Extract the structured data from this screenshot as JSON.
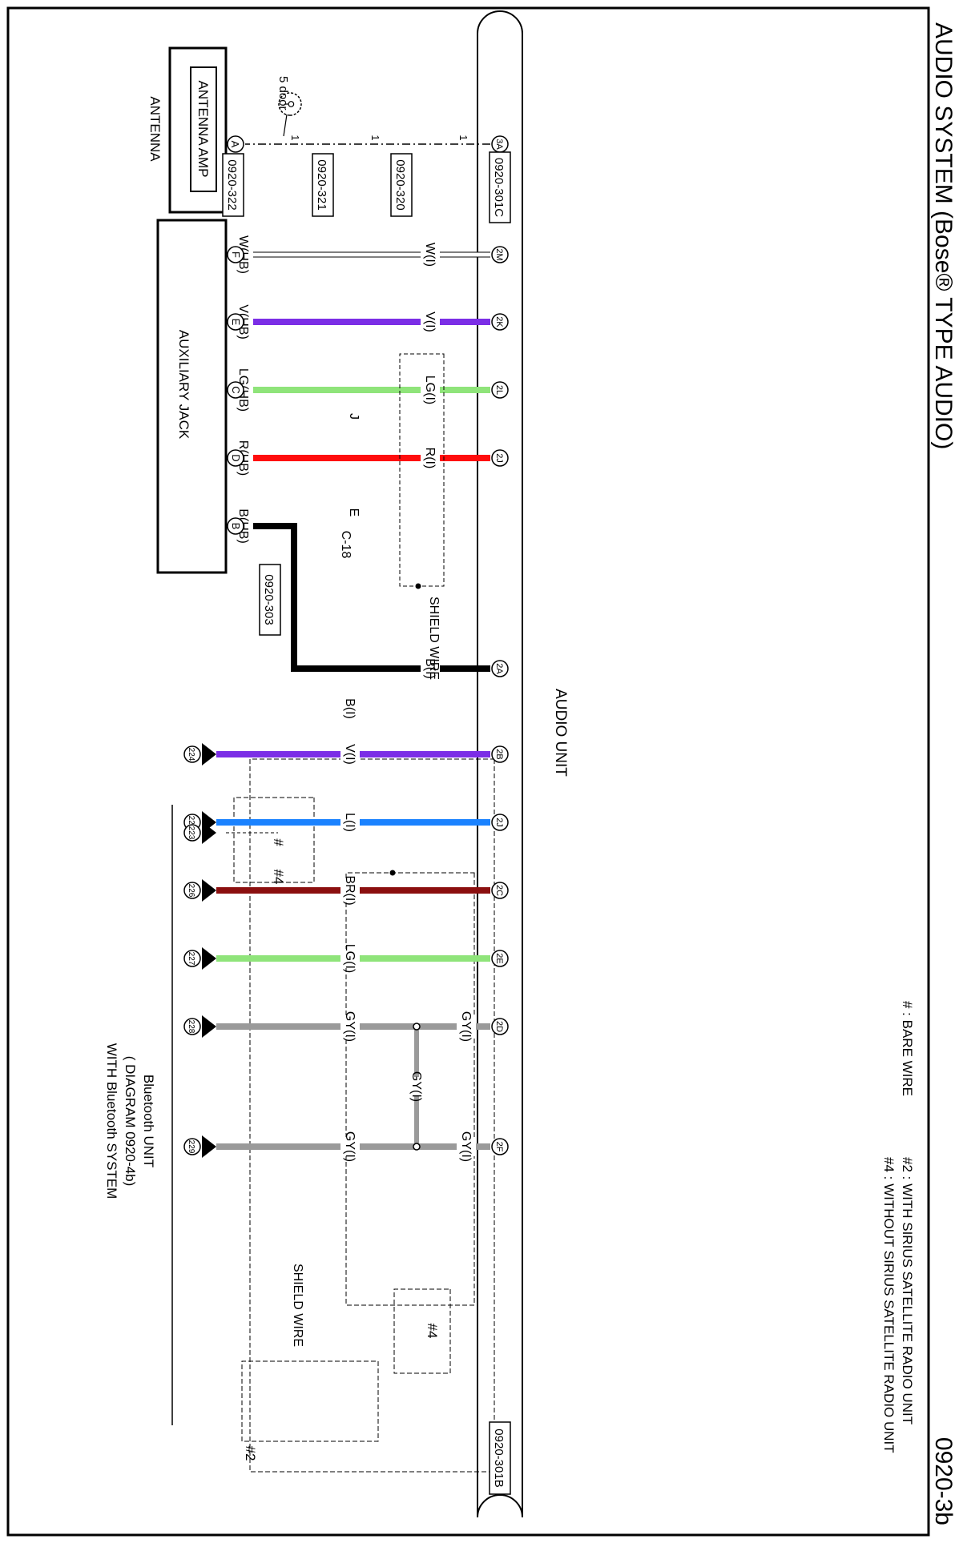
{
  "header": {
    "title": "AUDIO SYSTEM (Bose® TYPE AUDIO)",
    "diagram_number": "0920-3b"
  },
  "legend": {
    "bare_wire": "# : BARE WIRE",
    "with_sirius": "#2 : WITH SIRIUS SATELLITE RADIO UNIT",
    "without_sirius": "#4 : WITHOUT SIRIUS SATELLITE RADIO UNIT"
  },
  "audio_unit": {
    "label": "AUDIO UNIT",
    "connector_301c": "0920-301C",
    "connector_301b": "0920-301B"
  },
  "antenna": {
    "component": "ANTENNA",
    "amp": "ANTENNA AMP",
    "connector_322": "0920-322",
    "connector_321": "0920-321",
    "connector_320": "0920-320",
    "door_note": "5 door",
    "wire_num": "1",
    "pin_a": "A",
    "pin_3a": "3A"
  },
  "aux_jack": {
    "component": "AUXILIARY JACK",
    "connector_303": "0920-303",
    "shield_wire": "SHIELD WIRE",
    "joint_j": "J",
    "joint_e": "E",
    "joint_c18": "C-18",
    "wires": [
      {
        "pin": "F",
        "au_pin": "2M",
        "au_code": "W(I)",
        "hb_code": "W(HB)",
        "color": "#ffffff"
      },
      {
        "pin": "E",
        "au_pin": "2K",
        "au_code": "V(I)",
        "hb_code": "V(HB)",
        "color": "#7b2ee6"
      },
      {
        "pin": "C",
        "au_pin": "2L",
        "au_code": "LG(I)",
        "hb_code": "LG(HB)",
        "color": "#8fe47a"
      },
      {
        "pin": "D",
        "au_pin": "2J",
        "au_code": "R(I)",
        "hb_code": "R(HB)",
        "color": "#ff0d0d"
      },
      {
        "pin": "B",
        "au_pin": "2A",
        "au_code": "B(I)",
        "hb_code": "B(HB)",
        "color": "#000000"
      }
    ],
    "ground_mid_code": "B(I)"
  },
  "bluetooth": {
    "name": "Bluetooth UNIT",
    "diagram_ref": "( DIAGRAM 0920-4b)",
    "with_system": "WITH Bluetooth SYSTEM",
    "shield_wire": "SHIELD WIRE",
    "bare_mark": "#",
    "without_mark": "#4",
    "with_mark": "#2",
    "pin_223": "223",
    "wires": [
      {
        "pin": "224",
        "au_pin": "2B",
        "code": "V(I)",
        "color": "#7b2ee6"
      },
      {
        "pin": "225",
        "au_pin": "2J",
        "code": "L(I)",
        "color": "#1a82ff"
      },
      {
        "pin": "226",
        "au_pin": "2C",
        "code": "BR(I)",
        "color": "#8b0f0f"
      },
      {
        "pin": "227",
        "au_pin": "2E",
        "code": "LG(I)",
        "color": "#8fe47a"
      },
      {
        "pin": "228",
        "au_pin": "2D",
        "code": "GY(I)",
        "color": "#9a9a9a"
      },
      {
        "pin": "229",
        "au_pin": "2F",
        "code": "GY(I)",
        "color": "#9a9a9a"
      }
    ],
    "gy_top": "GY(I)",
    "gy_bottom": "GY(I)",
    "gy_link": "GY(I)"
  }
}
